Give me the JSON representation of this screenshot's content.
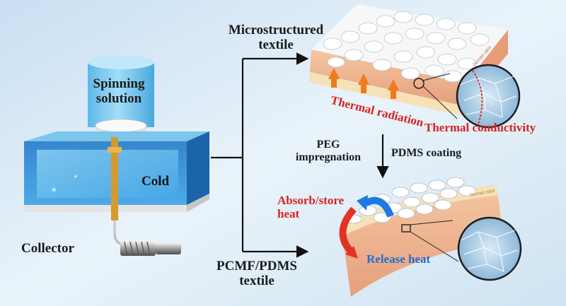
{
  "labels": {
    "spinning_solution": "Spinning solution",
    "cold": "Cold",
    "collector": "Collector",
    "microstructured_textile": "Microstructured textile",
    "thermal_radiation": "Thermal radiation",
    "thermal_conductivity": "Thermal conductivity",
    "peg_impregnation": "PEG impregnation",
    "pdms_coating": "PDMS coating",
    "absorb_store_heat": "Absorb/store heat",
    "release_heat": "Release heat",
    "pcmf_pdms_textile": "PCMF/PDMS textile",
    "human_skin": "human skin"
  },
  "colors": {
    "background": "#dcebf6",
    "arrow": "#111111",
    "red_text": "#d8231f",
    "blue_text": "#1f6fd0",
    "cold_box": "#2f8ed8",
    "solution_cylinder": "#6cc4ee",
    "skin": "#f1bf96"
  }
}
